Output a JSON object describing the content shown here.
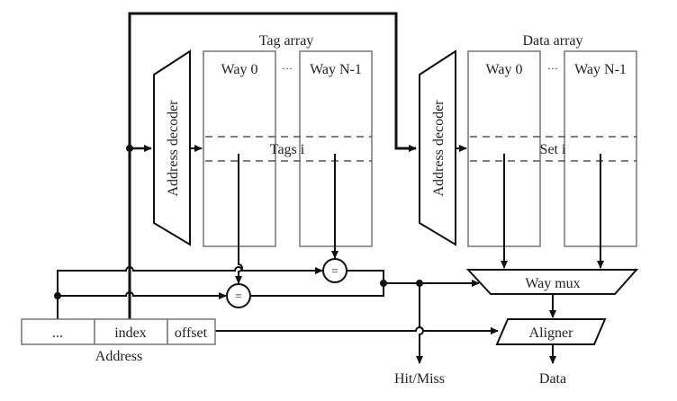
{
  "diagram": {
    "tag_array": {
      "title": "Tag array",
      "decoder_label": "Address decoder",
      "way_first": "Way 0",
      "ellipsis": "···",
      "way_last": "Way N-1",
      "row_label": "Tags i"
    },
    "data_array": {
      "title": "Data array",
      "decoder_label": "Address decoder",
      "way_first": "Way 0",
      "ellipsis": "···",
      "way_last": "Way N-1",
      "row_label": "Set i"
    },
    "comparator_symbol": "=",
    "way_mux_label": "Way mux",
    "aligner_label": "Aligner",
    "address": {
      "fields": [
        "...",
        "index",
        "offset"
      ],
      "label": "Address"
    },
    "outputs": {
      "hit_miss": "Hit/Miss",
      "data": "Data"
    },
    "colors": {
      "wire": "#111111",
      "box_outline": "#777777",
      "text": "#222222"
    }
  }
}
